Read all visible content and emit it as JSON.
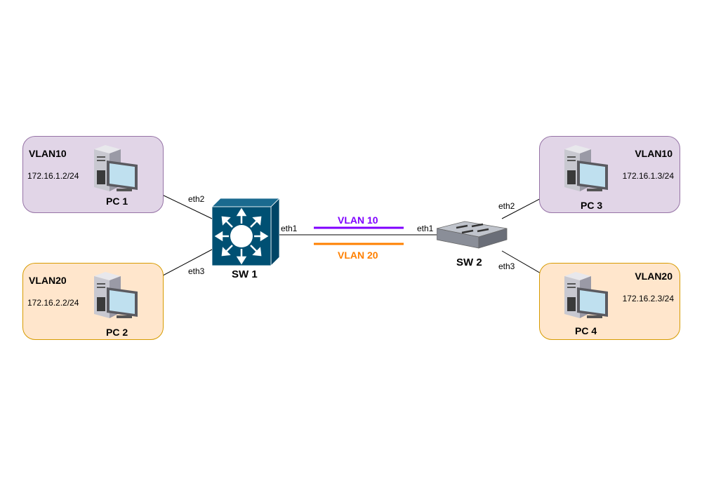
{
  "colors": {
    "vlan10_fill": "#e1d5e7",
    "vlan10_stroke": "#9673a6",
    "vlan20_fill": "#ffe6cc",
    "vlan20_stroke": "#d79b00",
    "vlan10_line": "#7f00ff",
    "vlan20_line": "#ff8000",
    "sw1_fill": "#005073"
  },
  "hosts": [
    {
      "name": "PC 1",
      "vlan": "VLAN10",
      "ip": "172.16.1.2/24"
    },
    {
      "name": "PC 2",
      "vlan": "VLAN20",
      "ip": "172.16.2.2/24"
    },
    {
      "name": "PC 3",
      "vlan": "VLAN10",
      "ip": "172.16.1.3/24"
    },
    {
      "name": "PC 4",
      "vlan": "VLAN20",
      "ip": "172.16.2.3/24"
    }
  ],
  "switches": [
    {
      "name": "SW 1",
      "ports": {
        "pc1": "eth2",
        "pc2": "eth3",
        "trunk": "eth1"
      }
    },
    {
      "name": "SW 2",
      "ports": {
        "pc3": "eth2",
        "pc4": "eth3",
        "trunk": "eth1"
      }
    }
  ],
  "trunk": {
    "vlans": [
      "VLAN 10",
      "VLAN 20"
    ]
  }
}
